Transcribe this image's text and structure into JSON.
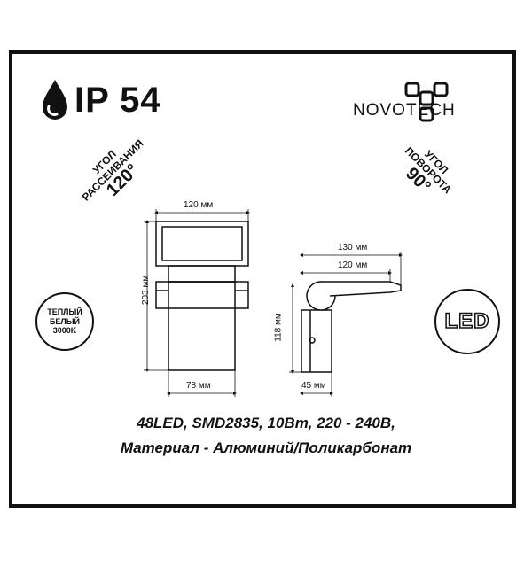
{
  "ip_rating": "IP 54",
  "brand": "NOVOTECH",
  "beam_angle": {
    "line1": "УГОЛ",
    "line2": "РАССЕИВАНИЯ",
    "value": "120°"
  },
  "rotation_angle": {
    "line1": "УГОЛ",
    "line2": "ПОВОРОТА",
    "value": "90°"
  },
  "color_badge": {
    "line1": "ТЕПЛЫЙ",
    "line2": "БЕЛЫЙ",
    "line3": "3000K"
  },
  "led_badge": "LED",
  "dimensions": {
    "front_width": "120 мм",
    "front_height": "203 мм",
    "front_bottom": "78 мм",
    "side_top": "130 мм",
    "side_mid": "120 мм",
    "side_height": "118 мм",
    "side_bottom": "45 мм"
  },
  "spec_line1": "48LED, SMD2835, 10Bт, 220 - 240B,",
  "spec_line2": "Материал - Алюминий/Поликарбонат"
}
